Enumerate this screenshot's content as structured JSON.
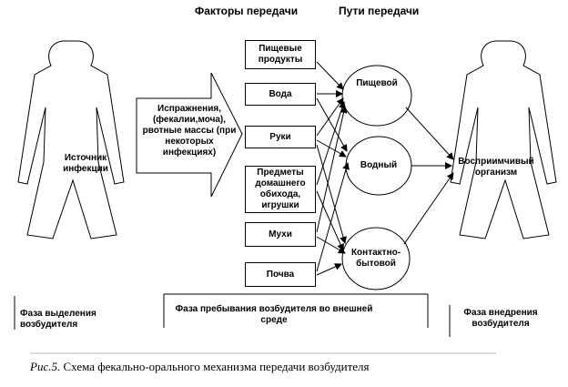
{
  "headers": {
    "factors": "Факторы передачи",
    "routes": "Пути передачи"
  },
  "source": {
    "label": "Источник инфекции"
  },
  "excretions": {
    "text": "Испражнения, (фекалии,моча), рвотные массы (при некоторых инфекциях)"
  },
  "factors": [
    {
      "label": "Пищевые продукты"
    },
    {
      "label": "Вода"
    },
    {
      "label": "Руки"
    },
    {
      "label": "Предметы домашнего обихода, игрушки"
    },
    {
      "label": "Мухи"
    },
    {
      "label": "Почва"
    }
  ],
  "routes": [
    {
      "label": "Пищевой"
    },
    {
      "label": "Водный"
    },
    {
      "label": "Контактно-бытовой"
    }
  ],
  "recipient": {
    "label": "Восприимчивый организм"
  },
  "phases": {
    "excretion": "Фаза выделения возбудителя",
    "environment": "Фаза пребывания возбудителя во внешней среде",
    "entry": "Фаза внедрения возбудителя"
  },
  "caption": {
    "prefix": "Рис.5.",
    "text": " Схема фекально-орального механизма передачи возбудителя"
  }
}
